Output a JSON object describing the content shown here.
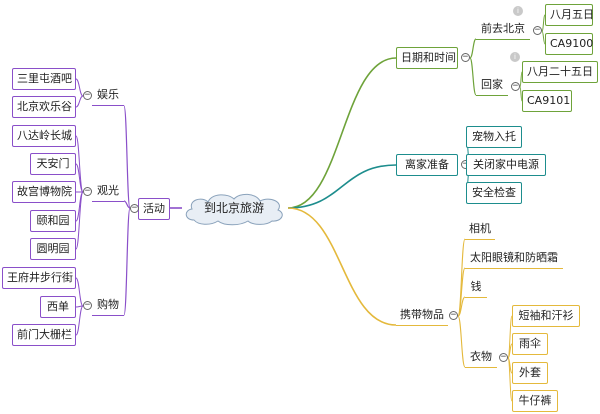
{
  "central": "到北京旅游",
  "left": {
    "activity": "活动",
    "entertainment": {
      "label": "娱乐",
      "items": [
        "三里屯酒吧",
        "北京欢乐谷"
      ]
    },
    "sightseeing": {
      "label": "观光",
      "items": [
        "八达岭长城",
        "天安门",
        "故宫博物院",
        "颐和园",
        "圆明园"
      ]
    },
    "shopping": {
      "label": "购物",
      "items": [
        "王府井步行街",
        "西单",
        "前门大栅栏"
      ]
    }
  },
  "right": {
    "datetime": {
      "label": "日期和时间",
      "depart": {
        "label": "前去北京",
        "date": "八月五日",
        "flight": "CA9100"
      },
      "return": {
        "label": "回家",
        "date": "八月二十五日",
        "flight": "CA9101"
      }
    },
    "prep": {
      "label": "离家准备",
      "items": [
        "宠物入托",
        "关闭家中电源",
        "安全检查"
      ]
    },
    "carry": {
      "label": "携带物品",
      "items": [
        "相机",
        "太阳眼镜和防晒霜",
        "钱"
      ],
      "clothes": {
        "label": "衣物",
        "items": [
          "短袖和汗衫",
          "雨伞",
          "外套",
          "牛仔裤"
        ]
      }
    }
  },
  "colors": {
    "purple": "#8a4fc9",
    "teal": "#1d8d8d",
    "green": "#6ea33a",
    "gold": "#e4b93c"
  }
}
